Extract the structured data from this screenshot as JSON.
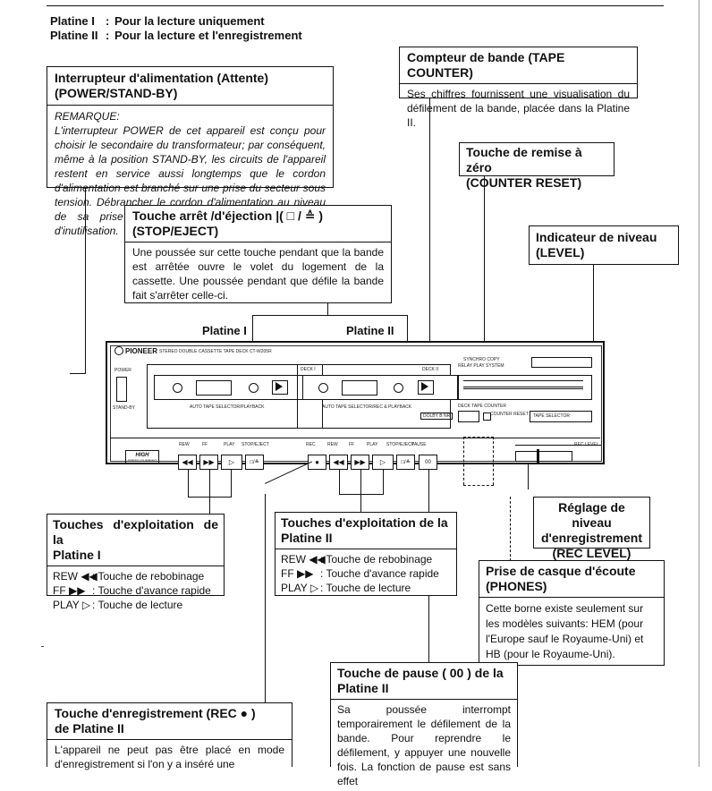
{
  "header": {
    "line1_key": "Platine I",
    "line1_sep": ":",
    "line1_text": "Pour la lecture uniquement",
    "line2_key": "Platine II",
    "line2_sep": ":",
    "line2_text": "Pour la lecture et l'enregistrement"
  },
  "callouts": {
    "power": {
      "title_line1": "Interrupteur d'alimentation (Attente)",
      "title_line2": "(POWER/STAND-BY)",
      "remark_label": "REMARQUE:",
      "remark_text": "L'interrupteur POWER de cet appareil est conçu pour choisir le secondaire du transformateur; par conséquent, même à la position STAND-BY, les circuits de l'appareil restent en service aussi longtemps que le cordon d'alimentation est branché sur une prise du secteur sous tension. Débrancher le cordon d'alimentation au niveau de sa prise secteur avant une longue période d'inutilisation."
    },
    "tape_counter": {
      "title": "Compteur de bande (TAPE COUNTER)",
      "text": "Ses chiffres fournissent une visualisation du défilement de la bande, placée dans la Platine II."
    },
    "counter_reset": {
      "title_line1": "Touche de remise à zéro",
      "title_line2": "(COUNTER RESET)"
    },
    "stop_eject": {
      "title_line1": "Touche arrêt /d'éjection |( □ / ≙ )",
      "title_line2": "(STOP/EJECT)",
      "text": "Une poussée sur cette touche pendant que la bande est arrêtée ouvre le volet du logement de la cassette. Une poussée pendant que défile la bande fait s'arrêter celle-ci."
    },
    "level": {
      "title_line1": "Indicateur de niveau",
      "title_line2": "(LEVEL)"
    },
    "deck1_ops": {
      "title_line1": "Touches d'exploitation de la",
      "title_line2": "Platine I",
      "rows": [
        {
          "key": "REW ◀◀",
          "text": ": Touche de rebobinage"
        },
        {
          "key": "FF ▶▶",
          "text": ": Touche d'avance rapide"
        },
        {
          "key": "PLAY ▷",
          "text": ": Touche de lecture"
        }
      ]
    },
    "deck2_ops": {
      "title_line1": "Touches d'exploitation de la",
      "title_line2": "Platine II",
      "rows": [
        {
          "key": "REW ◀◀",
          "text": ": Touche de rebobinage"
        },
        {
          "key": "FF ▶▶",
          "text": ": Touche d'avance rapide"
        },
        {
          "key": "PLAY ▷",
          "text": ": Touche de lecture"
        }
      ]
    },
    "rec_level": {
      "title_line1": "Réglage de niveau",
      "title_line2": "d'enregistrement",
      "title_line3": "(REC LEVEL)"
    },
    "phones": {
      "title_line1": "Prise de casque d'écoute",
      "title_line2": "(PHONES)",
      "text": "Cette borne existe seulement sur les modèles suivants: HEM (pour l'Europe sauf le Royaume-Uni) et HB (pour le Royaume-Uni)."
    },
    "pause": {
      "title_line1": "Touche de pause ( 00 ) de la",
      "title_line2": "Platine II",
      "text": "Sa poussée interrompt temporairement le défilement de la bande. Pour reprendre le défilement, y appuyer une nouvelle fois. La fonction de pause est sans effet"
    },
    "rec": {
      "title_line1": "Touche d'enregistrement (REC ● )",
      "title_line2": "de Platine II",
      "text": "L'appareil ne peut pas être placé en mode d'enregistrement si l'on y a inséré une"
    }
  },
  "deck_labels": {
    "deck1": "Platine I",
    "deck2": "Platine II"
  },
  "device": {
    "brand": "PIONEER",
    "model_text": "STEREO DOUBLE CASSETTE TAPE DECK CT-W205R",
    "power_label": "POWER",
    "standby_label": "STAND-BY",
    "deck1_tag": "DECK I",
    "deck2_tag": "DECK II",
    "deck1_caption": "AUTO TAPE SELECTOR/PLAYBACK",
    "deck2_caption": "AUTO TAPE SELECTOR/REC & PLAYBACK",
    "dolby_label": "DOLBY B NR",
    "synchro_label": "SYNCHRO COPY",
    "relay_label": "RELAY PLAY SYSTEM",
    "tape_counter_label": "DECK TAPE COUNTER",
    "counter_reset_label": "COUNTER RESET",
    "tape_selector_label": "TAPE SELECTOR",
    "rec_level_label": "REC LEVEL",
    "high_label": "HIGH",
    "high_sub": "SPEED DUBBING",
    "btn_labels_deck1": [
      "REW",
      "FF",
      "PLAY",
      "STOP/EJECT"
    ],
    "btn_labels_deck2": [
      "REC",
      "REW",
      "FF",
      "PLAY",
      "STOP/EJECT",
      "PAUSE"
    ],
    "btn_glyphs": {
      "rew": "◀◀",
      "ff": "▶▶",
      "play": "▷",
      "stop": "□/≙",
      "rec": "●",
      "pause": "00"
    }
  }
}
